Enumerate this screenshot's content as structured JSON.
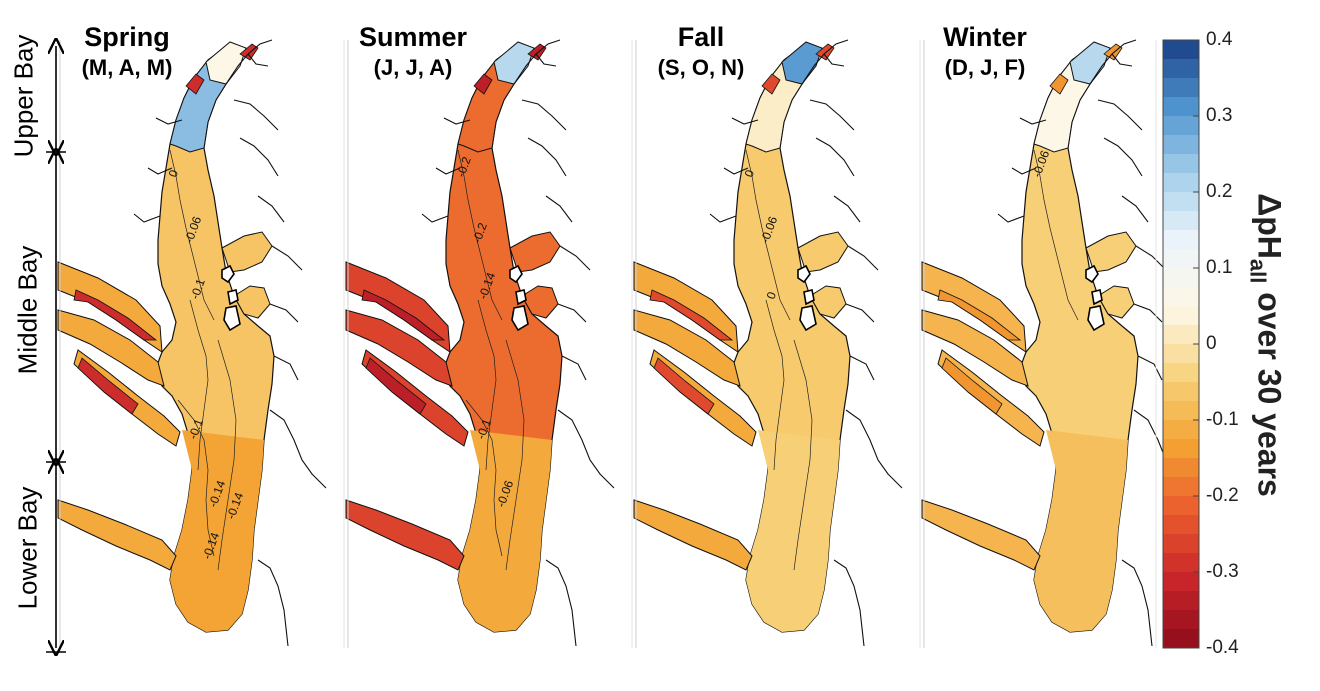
{
  "panels": [
    {
      "season": "Spring",
      "months": "(M, A, M)"
    },
    {
      "season": "Summer",
      "months": "(J, J, A)"
    },
    {
      "season": "Fall",
      "months": "(S, O, N)"
    },
    {
      "season": "Winter",
      "months": "(D, J, F)"
    }
  ],
  "regions": {
    "upper": "Upper Bay",
    "middle": "Middle Bay",
    "lower": "Lower Bay"
  },
  "colorbar": {
    "label_main": "ΔpH",
    "label_sub": "all",
    "label_rest": " over 30 years",
    "min": -0.4,
    "max": 0.4,
    "ticks": [
      "0.4",
      "0.3",
      "0.2",
      "0.1",
      "0",
      "-0.1",
      "-0.2",
      "-0.3",
      "-0.4"
    ],
    "colors_low_to_high": [
      "#8e0b1a",
      "#c8252a",
      "#ea5a2e",
      "#f3a232",
      "#f7d27a",
      "#fdf7e6",
      "#eef5fb",
      "#a6cfea",
      "#4f94cf",
      "#1a3f86"
    ]
  },
  "map_data": {
    "panels": [
      {
        "season": "Spring",
        "fills": {
          "upper_bay": 0.25,
          "north_top": 0.05,
          "middle_bay": -0.07,
          "lower_bay": -0.13,
          "west_rivers": -0.12,
          "river_tips": -0.3
        },
        "contour_labels": [
          "0",
          "-0.06",
          "-0.1",
          "-0.1",
          "-0.14",
          "-0.14",
          "-0.14"
        ]
      },
      {
        "season": "Summer",
        "fills": {
          "upper_bay": -0.2,
          "north_top": 0.2,
          "middle_bay": -0.2,
          "lower_bay": -0.12,
          "west_rivers": -0.26,
          "river_tips": -0.33
        },
        "contour_labels": [
          "-0.2",
          "-0.2",
          "-0.14",
          "-0.1",
          "-0.06"
        ]
      },
      {
        "season": "Fall",
        "fills": {
          "upper_bay": 0.02,
          "north_top": 0.3,
          "middle_bay": -0.06,
          "lower_bay": -0.05,
          "west_rivers": -0.12,
          "river_tips": -0.25
        },
        "contour_labels": [
          "0",
          "-0.06",
          "0"
        ]
      },
      {
        "season": "Winter",
        "fills": {
          "upper_bay": 0.05,
          "north_top": 0.2,
          "middle_bay": -0.05,
          "lower_bay": -0.08,
          "west_rivers": -0.1,
          "river_tips": -0.15
        },
        "contour_labels": [
          "-0.06"
        ]
      }
    ]
  }
}
